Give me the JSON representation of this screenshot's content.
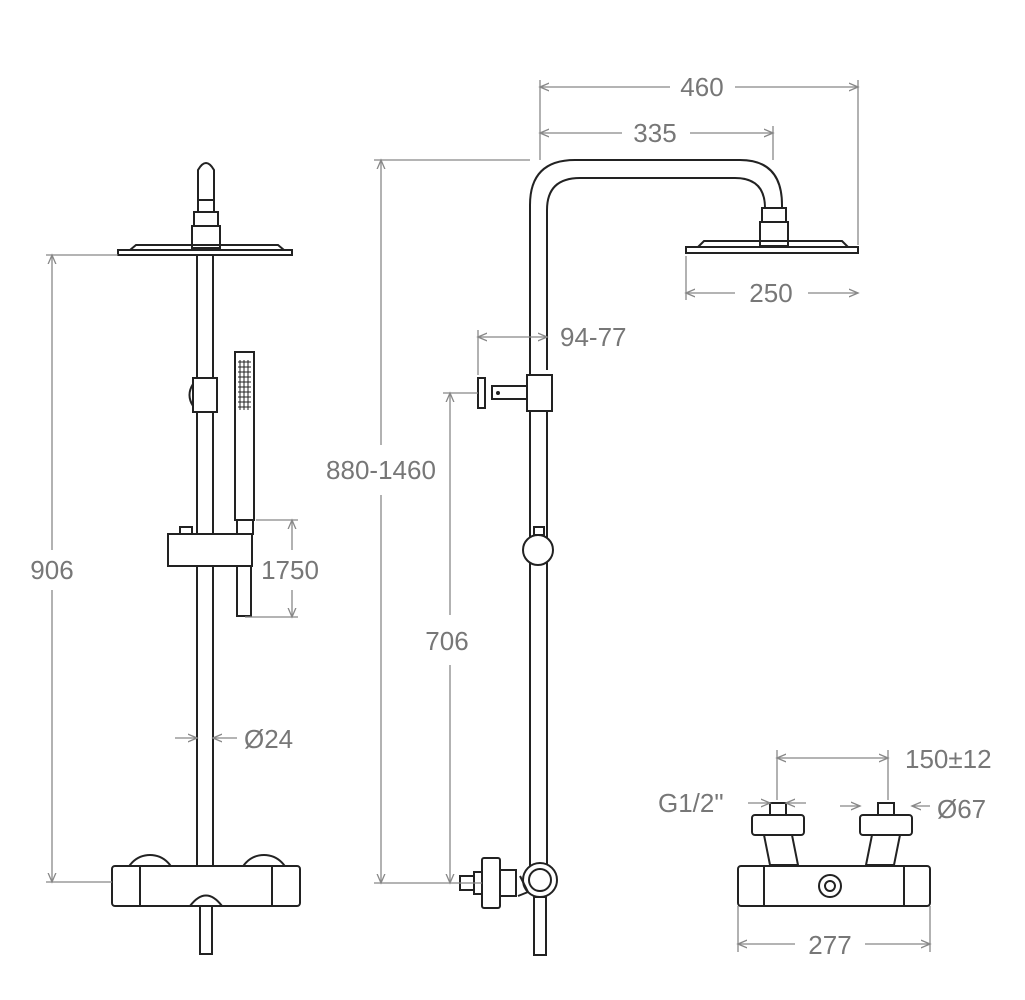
{
  "dimensions": {
    "total_height": "906",
    "hand_shower_holder": "1750",
    "pipe_diameter": "Ø24",
    "overall_width": "460",
    "arm_reach": "335",
    "head_diameter": "250",
    "wall_offset": "94-77",
    "adjustable_height": "880-1460",
    "bracket_spacing": "706",
    "inlet_spacing": "150±12",
    "inlet_thread": "G1/2\"",
    "escutcheon_diameter": "Ø67",
    "thermostat_width": "277"
  }
}
